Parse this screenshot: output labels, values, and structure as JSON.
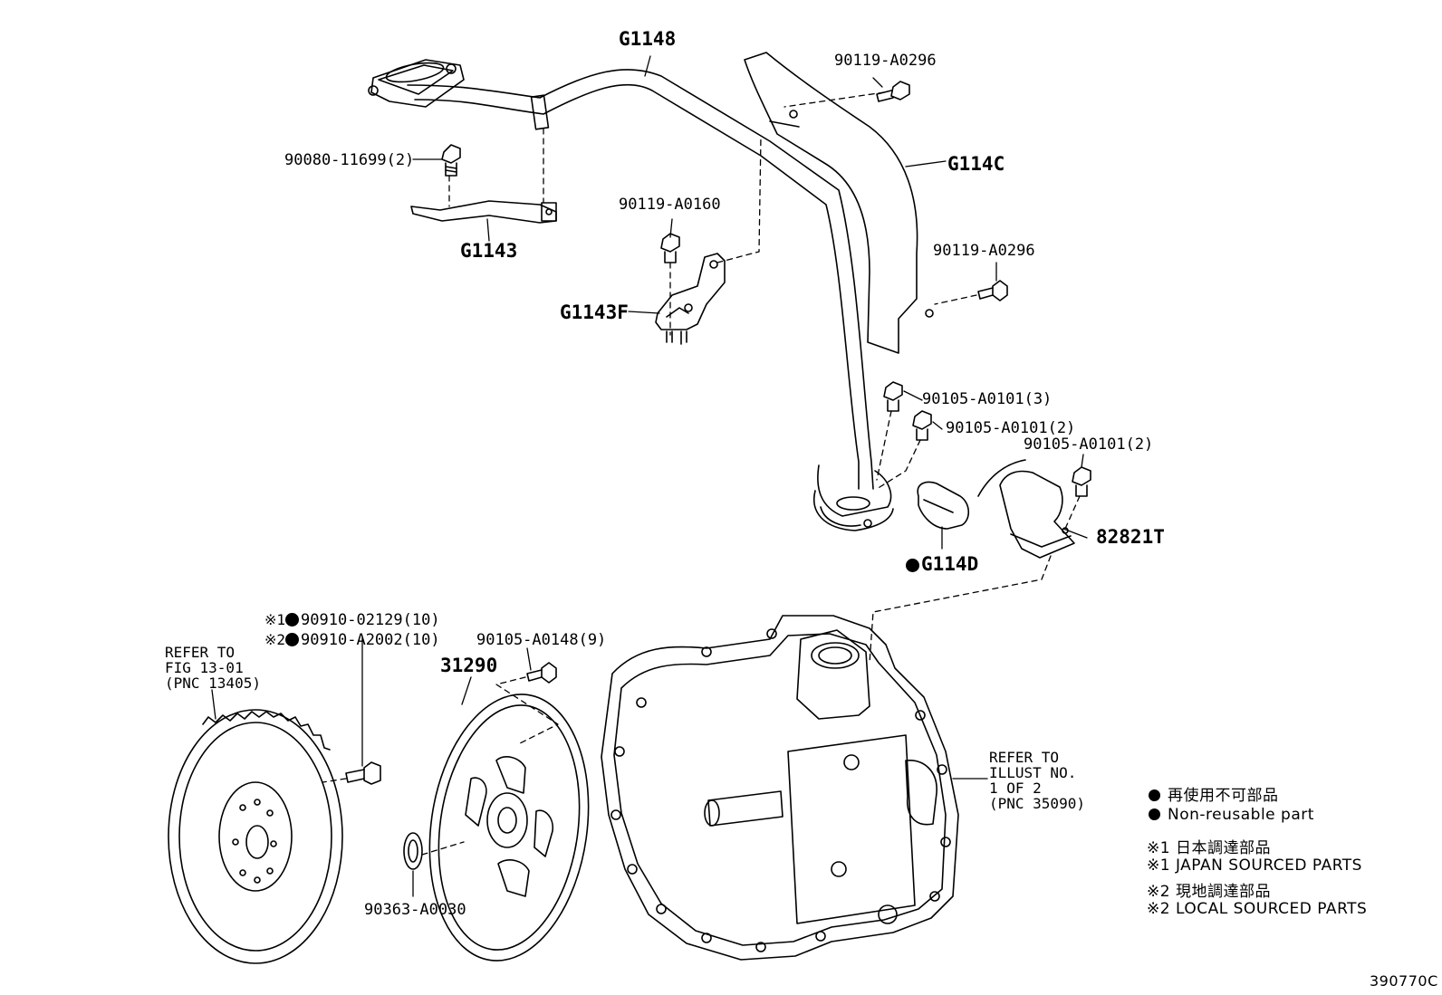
{
  "parts": {
    "g1148": "G1148",
    "p90119_a0296_top": "90119-A0296",
    "g114c": "G114C",
    "p90080_11699": "90080-11699(2)",
    "g1143": "G1143",
    "p90119_a0160": "90119-A0160",
    "g1143f": "G1143F",
    "p90119_a0296_mid": "90119-A0296",
    "p90105_a0101_3": "90105-A0101(3)",
    "p90105_a0101_2a": "90105-A0101(2)",
    "p90105_a0101_2b": "90105-A0101(2)",
    "p82821t": "82821T",
    "g114d": "G114D",
    "mark1": "※1",
    "mark2": "※2",
    "p90910_02129": "90910-02129(10)",
    "p90910_a2002": "90910-A2002(10)",
    "p90105_a0148": "90105-A0148(9)",
    "p31290": "31290",
    "p90363_a0030": "90363-A0030"
  },
  "refer_flywheel": [
    "REFER TO",
    "FIG 13-01",
    "(PNC 13405)"
  ],
  "refer_trans": [
    "REFER TO",
    "ILLUST NO.",
    "1 OF 2",
    "(PNC 35090)"
  ],
  "legend": {
    "nonreusable_jp": "再使用不可部品",
    "nonreusable_en": "Non-reusable part",
    "japan_jp": "※1 日本調達部品",
    "japan_en": "※1 JAPAN SOURCED PARTS",
    "local_jp": "※2 現地調達部品",
    "local_en": "※2 LOCAL SOURCED PARTS"
  },
  "illustration_id": "390770C"
}
